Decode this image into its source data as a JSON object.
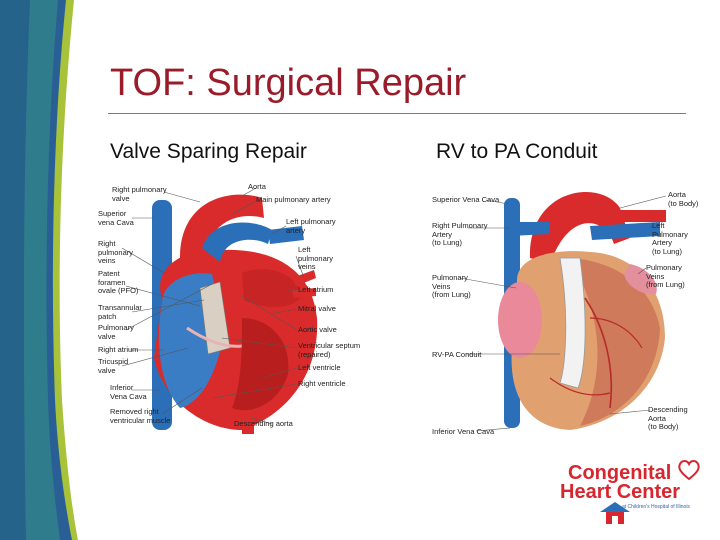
{
  "slide": {
    "title": "TOF: Surgical Repair",
    "left_heading": "Valve Sparing Repair",
    "right_heading": "RV to PA Conduit"
  },
  "left_diagram": {
    "labels": {
      "right_pulmonary_valve": "Right pulmonary\nvalve",
      "aorta": "Aorta",
      "main_pulmonary_artery": "Main pulmonary artery",
      "superior_vena_cava": "Superior\nvena Cava",
      "left_pulmonary_artery": "Left pulmonary\nartery",
      "right_pulmonary_veins": "Right\npulmonary\nveins",
      "left_pulmonary_veins": "Left\npulmonary\nveins",
      "patent_foramen_ovale": "Patent\nforamen\novale (PFO)",
      "left_atrium": "Left atrium",
      "transannular_patch": "Transannular\npatch",
      "mitral_valve": "Mitral valve",
      "pulmonary_valve": "Pulmonary\nvalve",
      "aortic_valve": "Aortic valve",
      "right_atrium": "Right atrium",
      "ventricular_septum": "Ventricular septum\n(repaired)",
      "tricuspid_valve": "Tricuspid\nvalve",
      "left_ventricle": "Left ventricle",
      "right_ventricle": "Right ventricle",
      "inferior_vena_cava": "Inferior\nVena Cava",
      "removed_muscle": "Removed right\nventricular muscle",
      "descending_aorta": "Descending aorta"
    }
  },
  "right_diagram": {
    "labels": {
      "superior_vena_cava": "Superior Vena Cava",
      "aorta": "Aorta\n(to Body)",
      "right_pulmonary_artery": "Right Pulmonary\nArtery\n(to Lung)",
      "left_pulmonary_artery": "Left Pulmonary\nArtery\n(to Lung)",
      "pulmonary_veins_right": "Pulmonary\nVeins\n(from Lung)",
      "pulmonary_veins_left": "Pulmonary Veins\n(from Lung)",
      "rv_pa_conduit": "RV-PA Conduit",
      "inferior_vena_cava": "Inferior Vena Cava",
      "descending_aorta": "Descending Aorta\n(to Body)"
    }
  },
  "logo": {
    "line1": "Congenital",
    "line2": "Heart Center",
    "tagline": "at Children's Hospital of Illinois"
  },
  "colors": {
    "title": "#9a1b2a",
    "band_teal": "#2f7d8c",
    "band_green": "#a8c23a",
    "band_blue": "#1f4f8a",
    "artery_red": "#d92b2b",
    "vein_blue": "#2a6fb8",
    "logo_red": "#d8262f"
  }
}
